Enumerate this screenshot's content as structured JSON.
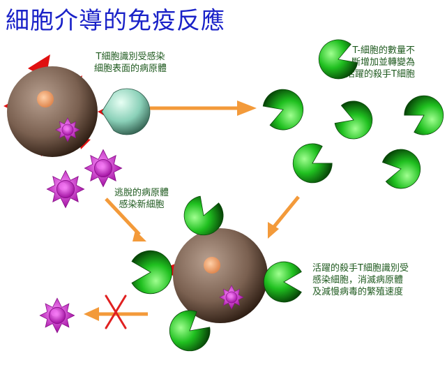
{
  "title": "細胞介導的免疫反應",
  "labels": {
    "t_cell_recognition": [
      "T細胞識別受感染",
      "細胞表面的病原體"
    ],
    "escaped_pathogen": [
      "逃脫的病原體",
      "感染新細胞"
    ],
    "activation": [
      "T-細胞的數量不",
      "斷增加並轉變為",
      "活躍的殺手T細胞"
    ],
    "killing": [
      "活躍的殺手T細胞識別受",
      "感染細胞，消滅病原體",
      "及減慢病毒的繁殖速度"
    ]
  },
  "colors": {
    "title": "#1a22c8",
    "label_text": "#1f5a1f",
    "arrow": "#f39a3a",
    "cross": "#e02020",
    "infected_cell": "#7a6050",
    "cell_nucleus": "#f0a070",
    "antigen_spike": "#e01010",
    "t_cell": "#20c020",
    "naive_t_cell": "#8ad0b8",
    "pathogen": "#d030d0"
  }
}
